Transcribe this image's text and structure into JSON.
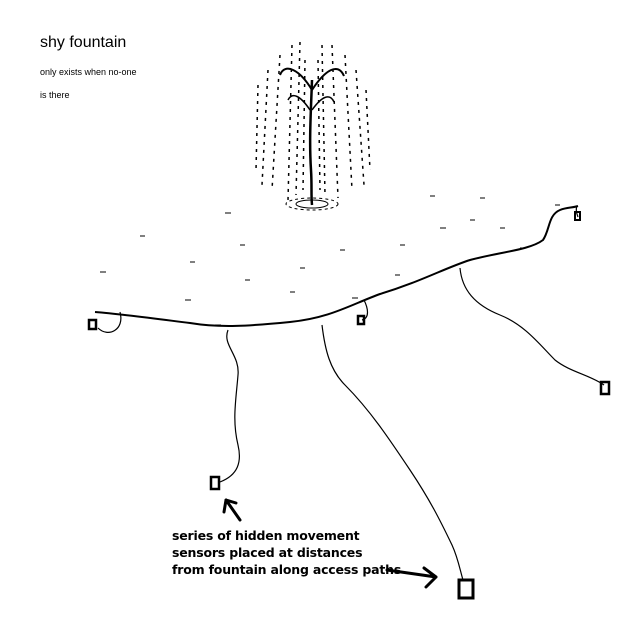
{
  "title": "shy fountain",
  "subtitle_lines": [
    "only exists when no-one",
    "is there"
  ],
  "annotation_lines": [
    "series of hidden movement",
    "sensors placed at distances",
    "from fountain along access paths"
  ],
  "colors": {
    "ink": "#000000",
    "background": "#ffffff"
  }
}
